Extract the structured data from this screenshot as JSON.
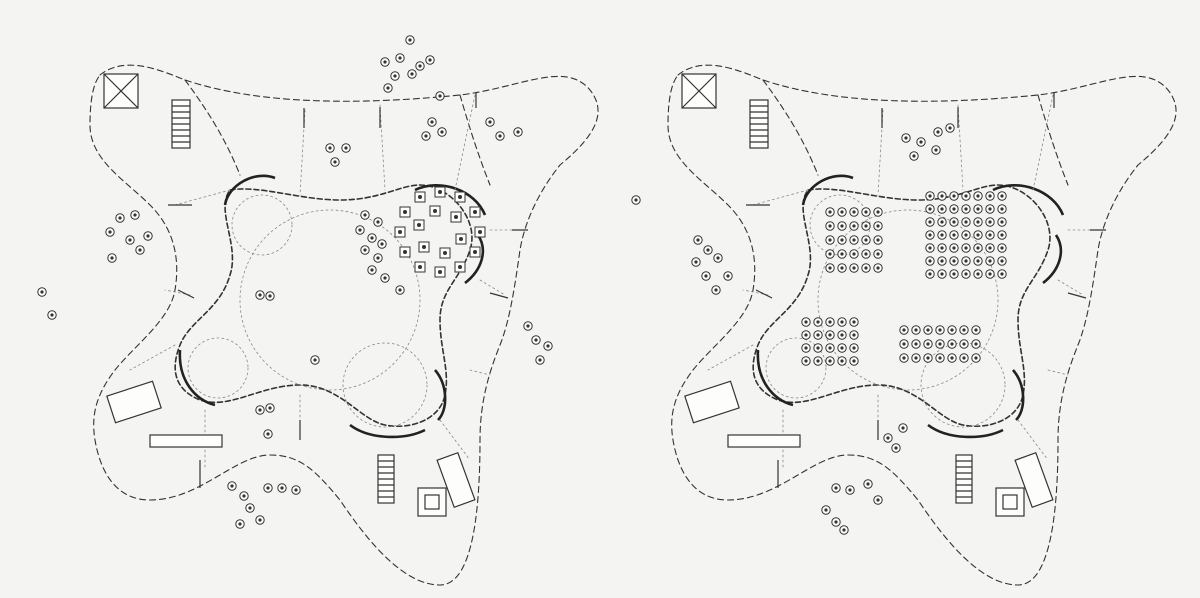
{
  "figure": {
    "panels": [
      {
        "id": "left",
        "layout": "scattered"
      },
      {
        "id": "right",
        "layout": "grouped"
      }
    ],
    "colors": {
      "ink": "#333333",
      "paper": "#f4f4f2"
    }
  }
}
